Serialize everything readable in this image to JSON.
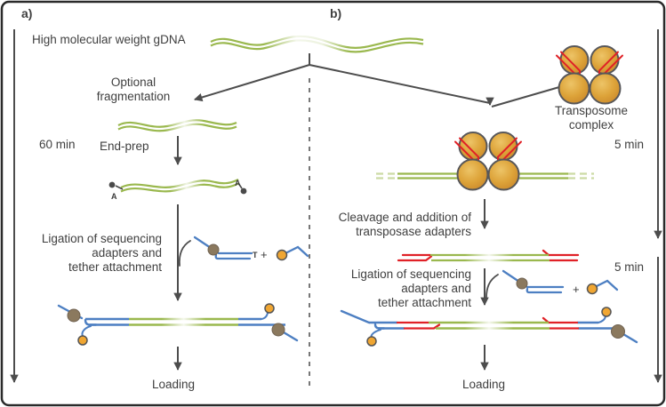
{
  "panel_a": {
    "label": "a)",
    "source": "High molecular weight gDNA",
    "fragmentation": "Optional\nfragmentation",
    "duration": "60 min",
    "end_prep": "End-prep",
    "ligation": "Ligation of sequencing\nadapters and\ntether attachment",
    "t_overhang": "T",
    "plus": "+",
    "da_tail": "A",
    "loading": "Loading"
  },
  "panel_b": {
    "label": "b)",
    "transposome": "Transposome\ncomplex",
    "duration_tagmentation": "5 min",
    "cleavage": "Cleavage and addition of\ntransposase adapters",
    "ligation": "Ligation of sequencing\nadapters and\ntether attachment",
    "plus": "+",
    "duration_ligation": "5 min",
    "loading": "Loading"
  },
  "colors": {
    "dna_green": "#9ab84e",
    "adapter_blue": "#4d7fc2",
    "transposase_red": "#e02127",
    "motor_protein_brown": "#8b795e",
    "tether_orange": "#f0a632",
    "transposome_amber": "#d79b2e",
    "line_gray": "#4d4d4d",
    "border_gray": "#2a2a2a",
    "text_gray": "#3f3f3f"
  }
}
